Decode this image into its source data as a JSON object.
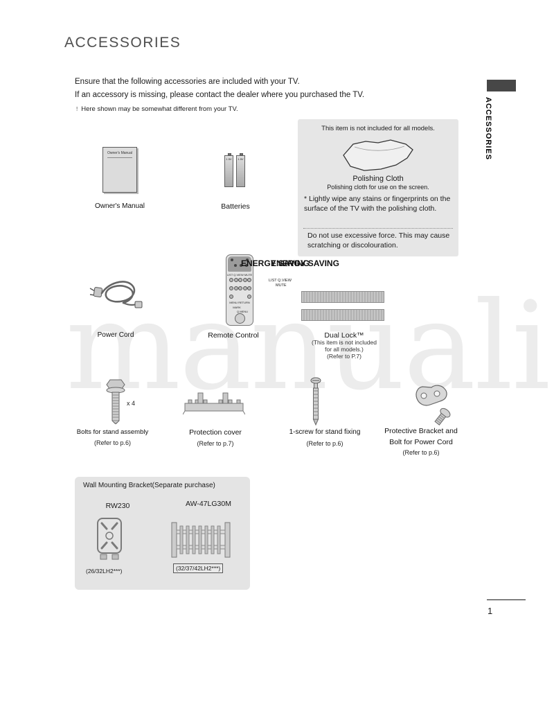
{
  "page": {
    "title": "ACCESSORIES",
    "sidebar_label": "ACCESSORIES",
    "watermark": "manuali",
    "page_number": "1"
  },
  "intro": {
    "line1": "Ensure that the following accessories are included with your TV.",
    "line2": "If an accessory is missing, please contact the dealer where you purchased the TV.",
    "note_mark": "!",
    "note": "Here shown may be somewhat different from your TV."
  },
  "polishing_box": {
    "header": "This item is not included for all models.",
    "title": "Polishing Cloth",
    "subtitle": "Polishing cloth for use on the screen.",
    "instruction": "* Lightly wipe any stains or fingerprints on the surface of the TV with the polishing cloth.",
    "warning": "Do not use excessive force. This may cause scratching or discolouration."
  },
  "items": {
    "owners_manual": {
      "label": "Owner's Manual",
      "cover_text": "Owner's Manual"
    },
    "batteries": {
      "label": "Batteries",
      "voltage": "1.5V"
    },
    "power_cord": {
      "label": "Power Cord"
    },
    "remote": {
      "label": "Remote Control",
      "energy_saving": "ENERGY SAVING",
      "row1": "LIST Q.VIEW MUTE",
      "side_row1": "LIST   Q.VIEW",
      "side_row2": "MUTE",
      "menu_return": "MENU RETURN",
      "mark": "MARK",
      "qmenu": "Q.MENU"
    },
    "dual_lock": {
      "label": "Dual Lock™",
      "note1": "(This item is not included",
      "note2": "for all models.)",
      "refer": "(Refer to P.7)"
    },
    "bolts": {
      "label": "Bolts for stand assembly",
      "refer": "(Refer to p.6)",
      "count": "x 4"
    },
    "protection_cover": {
      "label": "Protection cover",
      "refer": "(Refer to p.7)"
    },
    "screw": {
      "label": "1-screw for stand fixing",
      "refer": "(Refer to p.6)"
    },
    "bracket": {
      "label1": "Protective Bracket and",
      "label2": "Bolt for Power Cord",
      "refer": "(Refer to p.6)"
    }
  },
  "wall_mount": {
    "title": "Wall Mounting Bracket(Separate purchase)",
    "models": [
      {
        "name": "RW230",
        "sizes": "(26/32LH2***)"
      },
      {
        "name": "AW-47LG30M",
        "sizes": "(32/37/42LH2***)"
      }
    ]
  }
}
